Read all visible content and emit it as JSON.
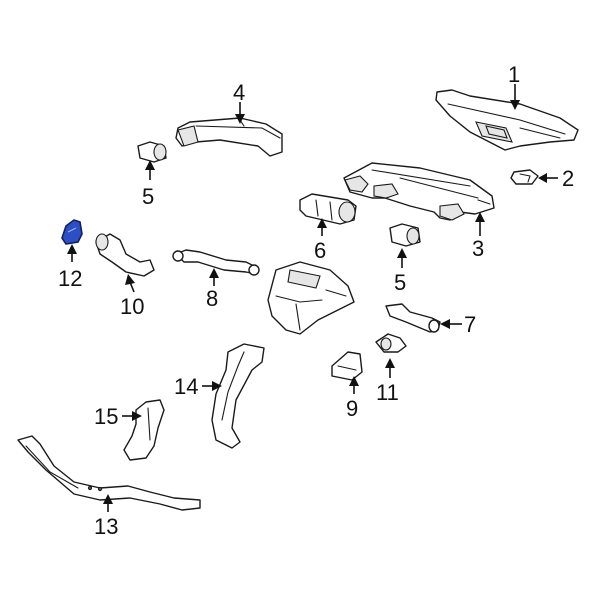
{
  "colors": {
    "highlight": "#2d4fc6",
    "line": "#1a1a1a",
    "background": "#ffffff"
  },
  "callouts": {
    "c1": "1",
    "c2": "2",
    "c3": "3",
    "c4": "4",
    "c5a": "5",
    "c5b": "5",
    "c6": "6",
    "c7": "7",
    "c8": "8",
    "c9": "9",
    "c10": "10",
    "c11": "11",
    "c12": "12",
    "c13": "13",
    "c14": "14",
    "c15": "15"
  },
  "highlighted_part": "12"
}
